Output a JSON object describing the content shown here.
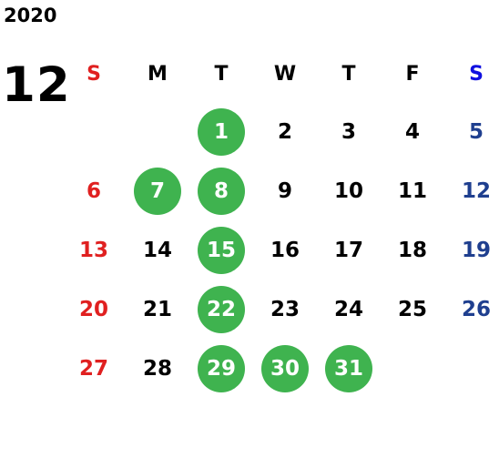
{
  "calendar": {
    "year": "2020",
    "month": "12",
    "weekdays": [
      "S",
      "M",
      "T",
      "W",
      "T",
      "F",
      "S"
    ],
    "weeks": [
      [
        {
          "day": "",
          "highlight": false
        },
        {
          "day": "",
          "highlight": false
        },
        {
          "day": "1",
          "highlight": true
        },
        {
          "day": "2",
          "highlight": false
        },
        {
          "day": "3",
          "highlight": false
        },
        {
          "day": "4",
          "highlight": false
        },
        {
          "day": "5",
          "highlight": false
        }
      ],
      [
        {
          "day": "6",
          "highlight": false
        },
        {
          "day": "7",
          "highlight": true
        },
        {
          "day": "8",
          "highlight": true
        },
        {
          "day": "9",
          "highlight": false
        },
        {
          "day": "10",
          "highlight": false
        },
        {
          "day": "11",
          "highlight": false
        },
        {
          "day": "12",
          "highlight": false
        }
      ],
      [
        {
          "day": "13",
          "highlight": false
        },
        {
          "day": "14",
          "highlight": false
        },
        {
          "day": "15",
          "highlight": true
        },
        {
          "day": "16",
          "highlight": false
        },
        {
          "day": "17",
          "highlight": false
        },
        {
          "day": "18",
          "highlight": false
        },
        {
          "day": "19",
          "highlight": false
        }
      ],
      [
        {
          "day": "20",
          "highlight": false
        },
        {
          "day": "21",
          "highlight": false
        },
        {
          "day": "22",
          "highlight": true
        },
        {
          "day": "23",
          "highlight": false
        },
        {
          "day": "24",
          "highlight": false
        },
        {
          "day": "25",
          "highlight": false
        },
        {
          "day": "26",
          "highlight": false
        }
      ],
      [
        {
          "day": "27",
          "highlight": false
        },
        {
          "day": "28",
          "highlight": false
        },
        {
          "day": "29",
          "highlight": true
        },
        {
          "day": "30",
          "highlight": true
        },
        {
          "day": "31",
          "highlight": true
        },
        {
          "day": "",
          "highlight": false
        },
        {
          "day": "",
          "highlight": false
        }
      ]
    ]
  },
  "colors": {
    "sunday": "#e02020",
    "saturday_header": "#1010e0",
    "saturday": "#1f3f8f",
    "highlight": "#3fb34f",
    "text": "#000000"
  }
}
